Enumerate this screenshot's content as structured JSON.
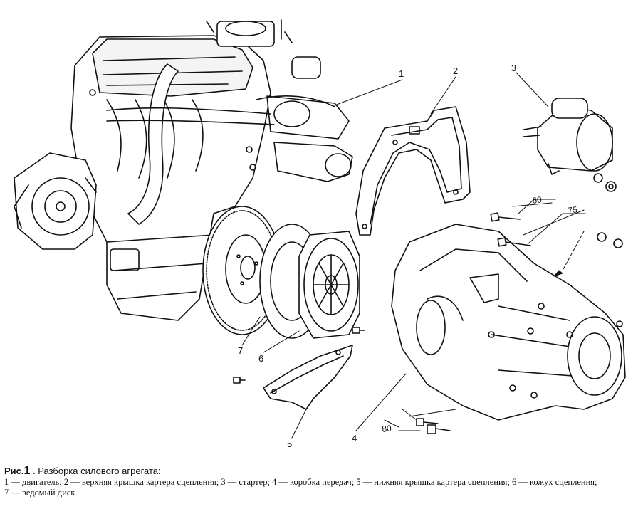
{
  "figure": {
    "label": "Рис.",
    "number": "1",
    "separator": " . ",
    "title": "Разборка силового агрегата:",
    "legend_line1": "1 — двигатель; 2 — верхняя крышка картера сцепления; 3 — стартер; 4 — коробка передач; 5 — нижняя крышка картера сцепления; 6 — кожух сцепления;",
    "legend_line2": "7 — ведомый диск"
  },
  "callouts": {
    "c1": "1",
    "c2": "2",
    "c3": "3",
    "c4": "4",
    "c5": "5",
    "c6": "6",
    "c7": "7"
  },
  "dimensions": {
    "bolt_upper_short": "60",
    "bolt_upper_long": "75",
    "bolt_lower": "80"
  }
}
